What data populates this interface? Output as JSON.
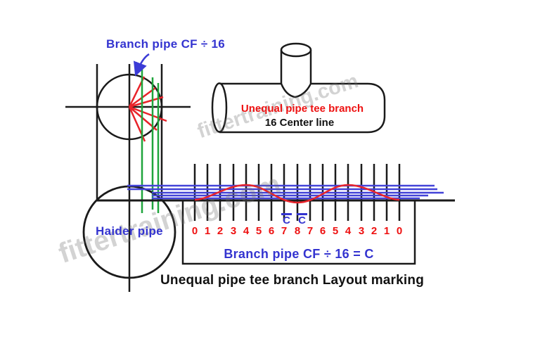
{
  "annotations": {
    "branch_pipe_label": "Branch pipe CF ÷ 16",
    "tee_title": "Unequal pipe tee branch",
    "tee_subtitle": "16 Center line",
    "haider_pipe_label": "Haider pipe",
    "formula": "Branch pipe CF ÷ 16 = C",
    "caption": "Unequal pipe tee branch Layout marking",
    "c_marks": [
      "C",
      "C"
    ]
  },
  "marking": {
    "numbers": [
      "0",
      "1",
      "2",
      "3",
      "4",
      "5",
      "6",
      "7",
      "8",
      "7",
      "6",
      "5",
      "4",
      "3",
      "2",
      "1",
      "0"
    ]
  },
  "watermark": {
    "text": "fittertraining.com"
  },
  "colors": {
    "label_blue": "#3434d0",
    "label_red": "#ee1111",
    "line_black": "#1a1a1a",
    "level_line_blue": "#4343d8",
    "contour_red": "#e8232a",
    "projection_green": "#1fa53c",
    "watermark_gray": "#bfbfbf"
  }
}
